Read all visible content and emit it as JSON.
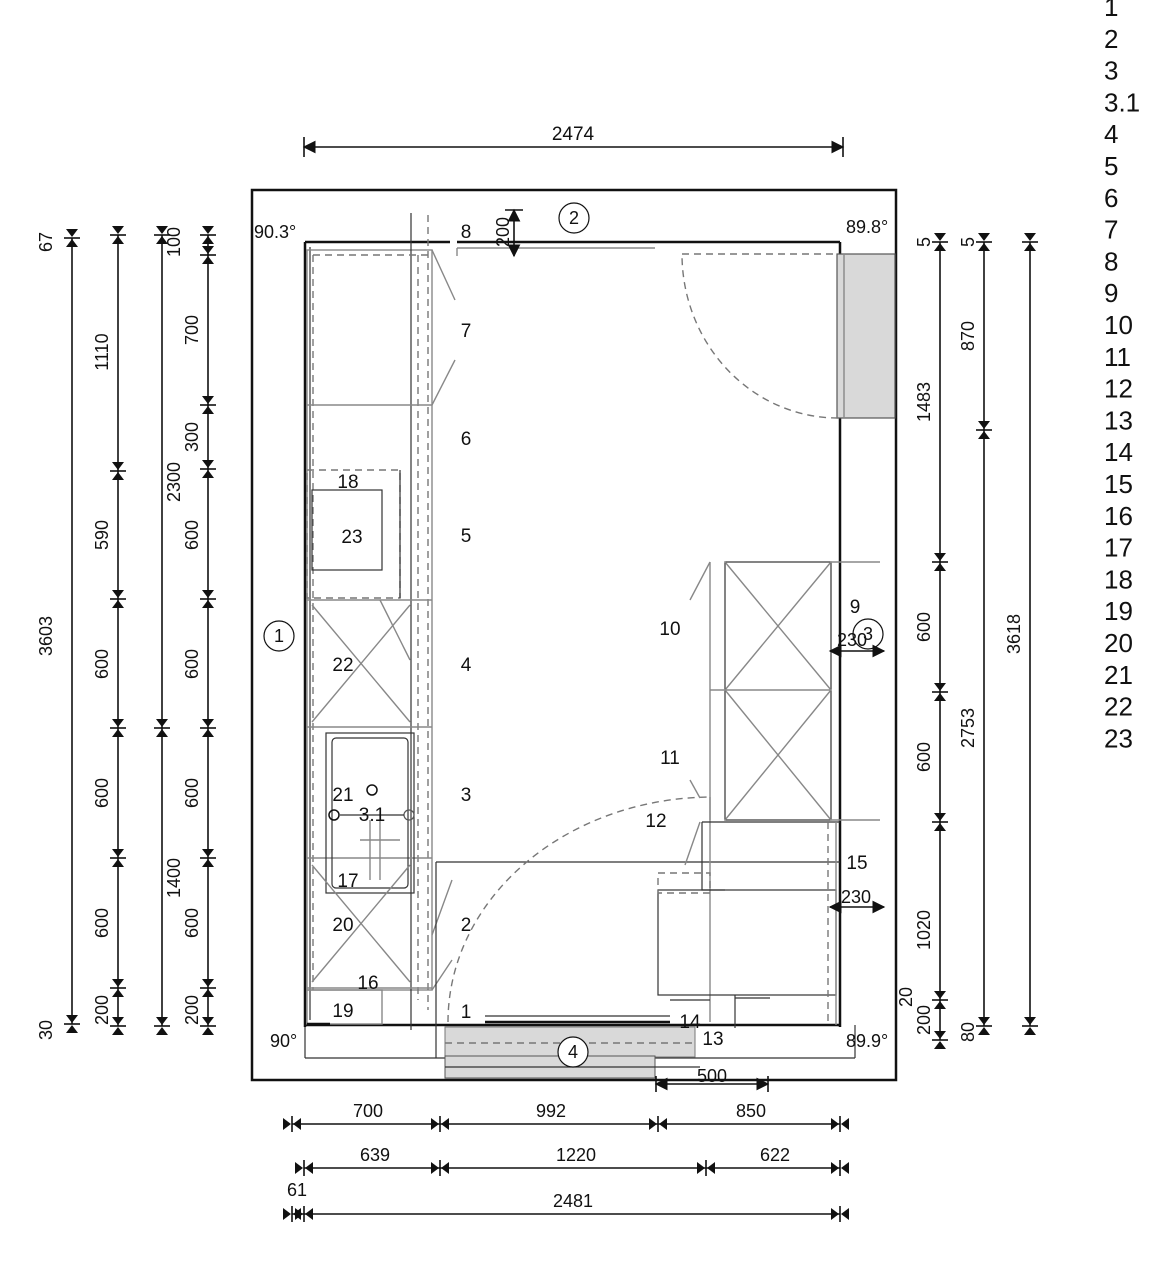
{
  "labels": {
    "n1": "1",
    "n2": "2",
    "n3": "3",
    "n3_1": "3.1",
    "n4": "4",
    "n5": "5",
    "n6": "6",
    "n7": "7",
    "n8": "8",
    "n9": "9",
    "n10": "10",
    "n11": "11",
    "n12": "12",
    "n13": "13",
    "n14": "14",
    "n15": "15",
    "n16": "16",
    "n17": "17",
    "n18": "18",
    "n19": "19",
    "n20": "20",
    "n21": "21",
    "n22": "22",
    "n23": "23"
  },
  "walls": {
    "w1": "1",
    "w2": "2",
    "w3": "3",
    "w4": "4"
  },
  "angles": {
    "tl": "90.3°",
    "tr": "89.8°",
    "bl": "90°",
    "br": "89.9°"
  },
  "dims": {
    "top_width": "2474",
    "d200_top": "200",
    "left_outer": [
      "67",
      "3603",
      "30"
    ],
    "left_col2": [
      "1110",
      "590",
      "600",
      "600",
      "600",
      "200"
    ],
    "left_col3": [
      "100",
      "2300",
      "1400"
    ],
    "left_col4": [
      "700",
      "300",
      "600",
      "600",
      "600",
      "600",
      "200"
    ],
    "right_col1": [
      "5",
      "1483",
      "600",
      "600",
      "1020",
      "200",
      "20"
    ],
    "right_col2": [
      "5",
      "870",
      "2753",
      "80"
    ],
    "right_col3": [
      "3618"
    ],
    "d230a": "230",
    "d230b": "230",
    "d500": "500",
    "bottom_row1": [
      "700",
      "992",
      "850"
    ],
    "bottom_row2": [
      "639",
      "1220",
      "622"
    ],
    "bottom_row3": [
      "61",
      "2481"
    ]
  },
  "legend": [
    "1",
    "2",
    "3",
    "3.1",
    "4",
    "5",
    "6",
    "7",
    "8",
    "9",
    "10",
    "11",
    "12",
    "13",
    "14",
    "15",
    "16",
    "17",
    "18",
    "19",
    "20",
    "21",
    "22",
    "23"
  ]
}
